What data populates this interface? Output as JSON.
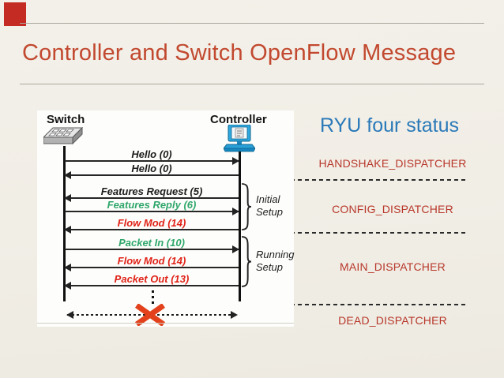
{
  "slide": {
    "title": "Controller and Switch OpenFlow Message",
    "colors": {
      "background": "#F1EEE6",
      "title": "#C2492F",
      "accent_square": "#C42B22",
      "rule": "#ABA79D"
    }
  },
  "diagram": {
    "actors": [
      {
        "name": "Switch",
        "icon": "switch-icon"
      },
      {
        "name": "Controller",
        "icon": "controller-icon"
      }
    ],
    "messages": [
      {
        "label": "Hello (0)",
        "direction": "right",
        "color": "#1C1C1C"
      },
      {
        "label": "Hello (0)",
        "direction": "left",
        "color": "#1C1C1C"
      },
      {
        "label": "Features Request (5)",
        "direction": "left",
        "color": "#1C1C1C"
      },
      {
        "label": "Features Reply (6)",
        "direction": "right",
        "color": "#2FA76B"
      },
      {
        "label": "Flow Mod (14)",
        "direction": "left",
        "color": "#E02318"
      },
      {
        "label": "Packet In (10)",
        "direction": "right",
        "color": "#2FA76B"
      },
      {
        "label": "Flow Mod (14)",
        "direction": "left",
        "color": "#E02318"
      },
      {
        "label": "Packet Out (13)",
        "direction": "left",
        "color": "#E02318"
      }
    ],
    "phases": [
      {
        "line1": "Initial",
        "line2": "Setup"
      },
      {
        "line1": "Running",
        "line2": "Setup"
      }
    ],
    "failure_icon": "red-x-icon"
  },
  "status_panel": {
    "heading": "RYU four status",
    "heading_color": "#2A79B8",
    "item_color": "#B8372A",
    "items": [
      {
        "label": "HANDSHAKE_DISPATCHER"
      },
      {
        "label": "CONFIG_DISPATCHER"
      },
      {
        "label": "MAIN_DISPATCHER"
      },
      {
        "label": "DEAD_DISPATCHER"
      }
    ]
  }
}
